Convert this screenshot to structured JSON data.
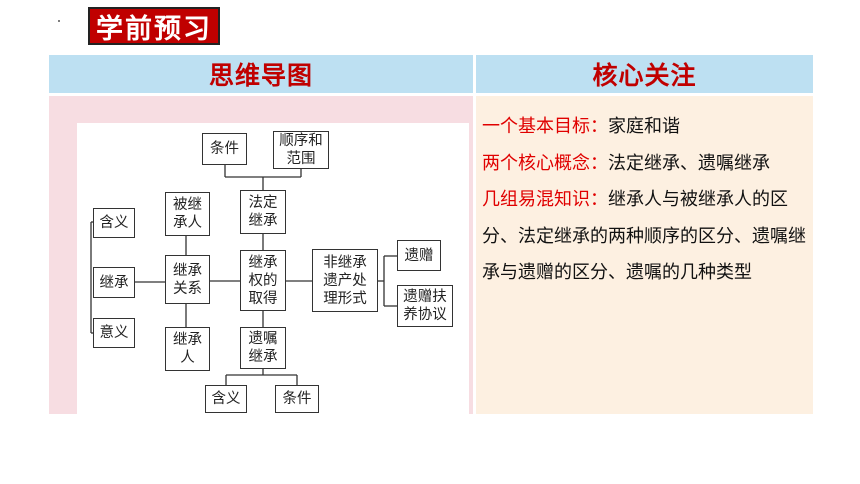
{
  "title": "学前预习",
  "headers": {
    "left": "思维导图",
    "right": "核心关注"
  },
  "mindmap": {
    "tiaojian_top": "条件",
    "shunxu": "顺序和\n范围",
    "fading": "法定\n继承",
    "beijicheng": "被继\n承人",
    "hanyi_left": "含义",
    "jicheng": "继承",
    "guanxi": "继承\n关系",
    "quande": "继承\n权的\n取得",
    "feijicheng": "非继承\n遗产处\n理形式",
    "yizeng": "遗赠",
    "fuyang": "遗赠扶\n养协议",
    "yiyi": "意义",
    "jichengren": "继承\n人",
    "yizhu": "遗嘱\n继承",
    "hanyi_bottom": "含义",
    "tiaojian_bottom": "条件"
  },
  "focus": {
    "item1_label": "一个基本目标：",
    "item1_text": "家庭和谐",
    "item2_label": "两个核心概念：",
    "item2_text": "法定继承、遗嘱继承",
    "item3_label": "几组易混知识：",
    "item3_text": "继承人与被继承人的区分、法定继承的两种顺序的区分、遗嘱继承与遗赠的区分、遗嘱的几种类型"
  }
}
